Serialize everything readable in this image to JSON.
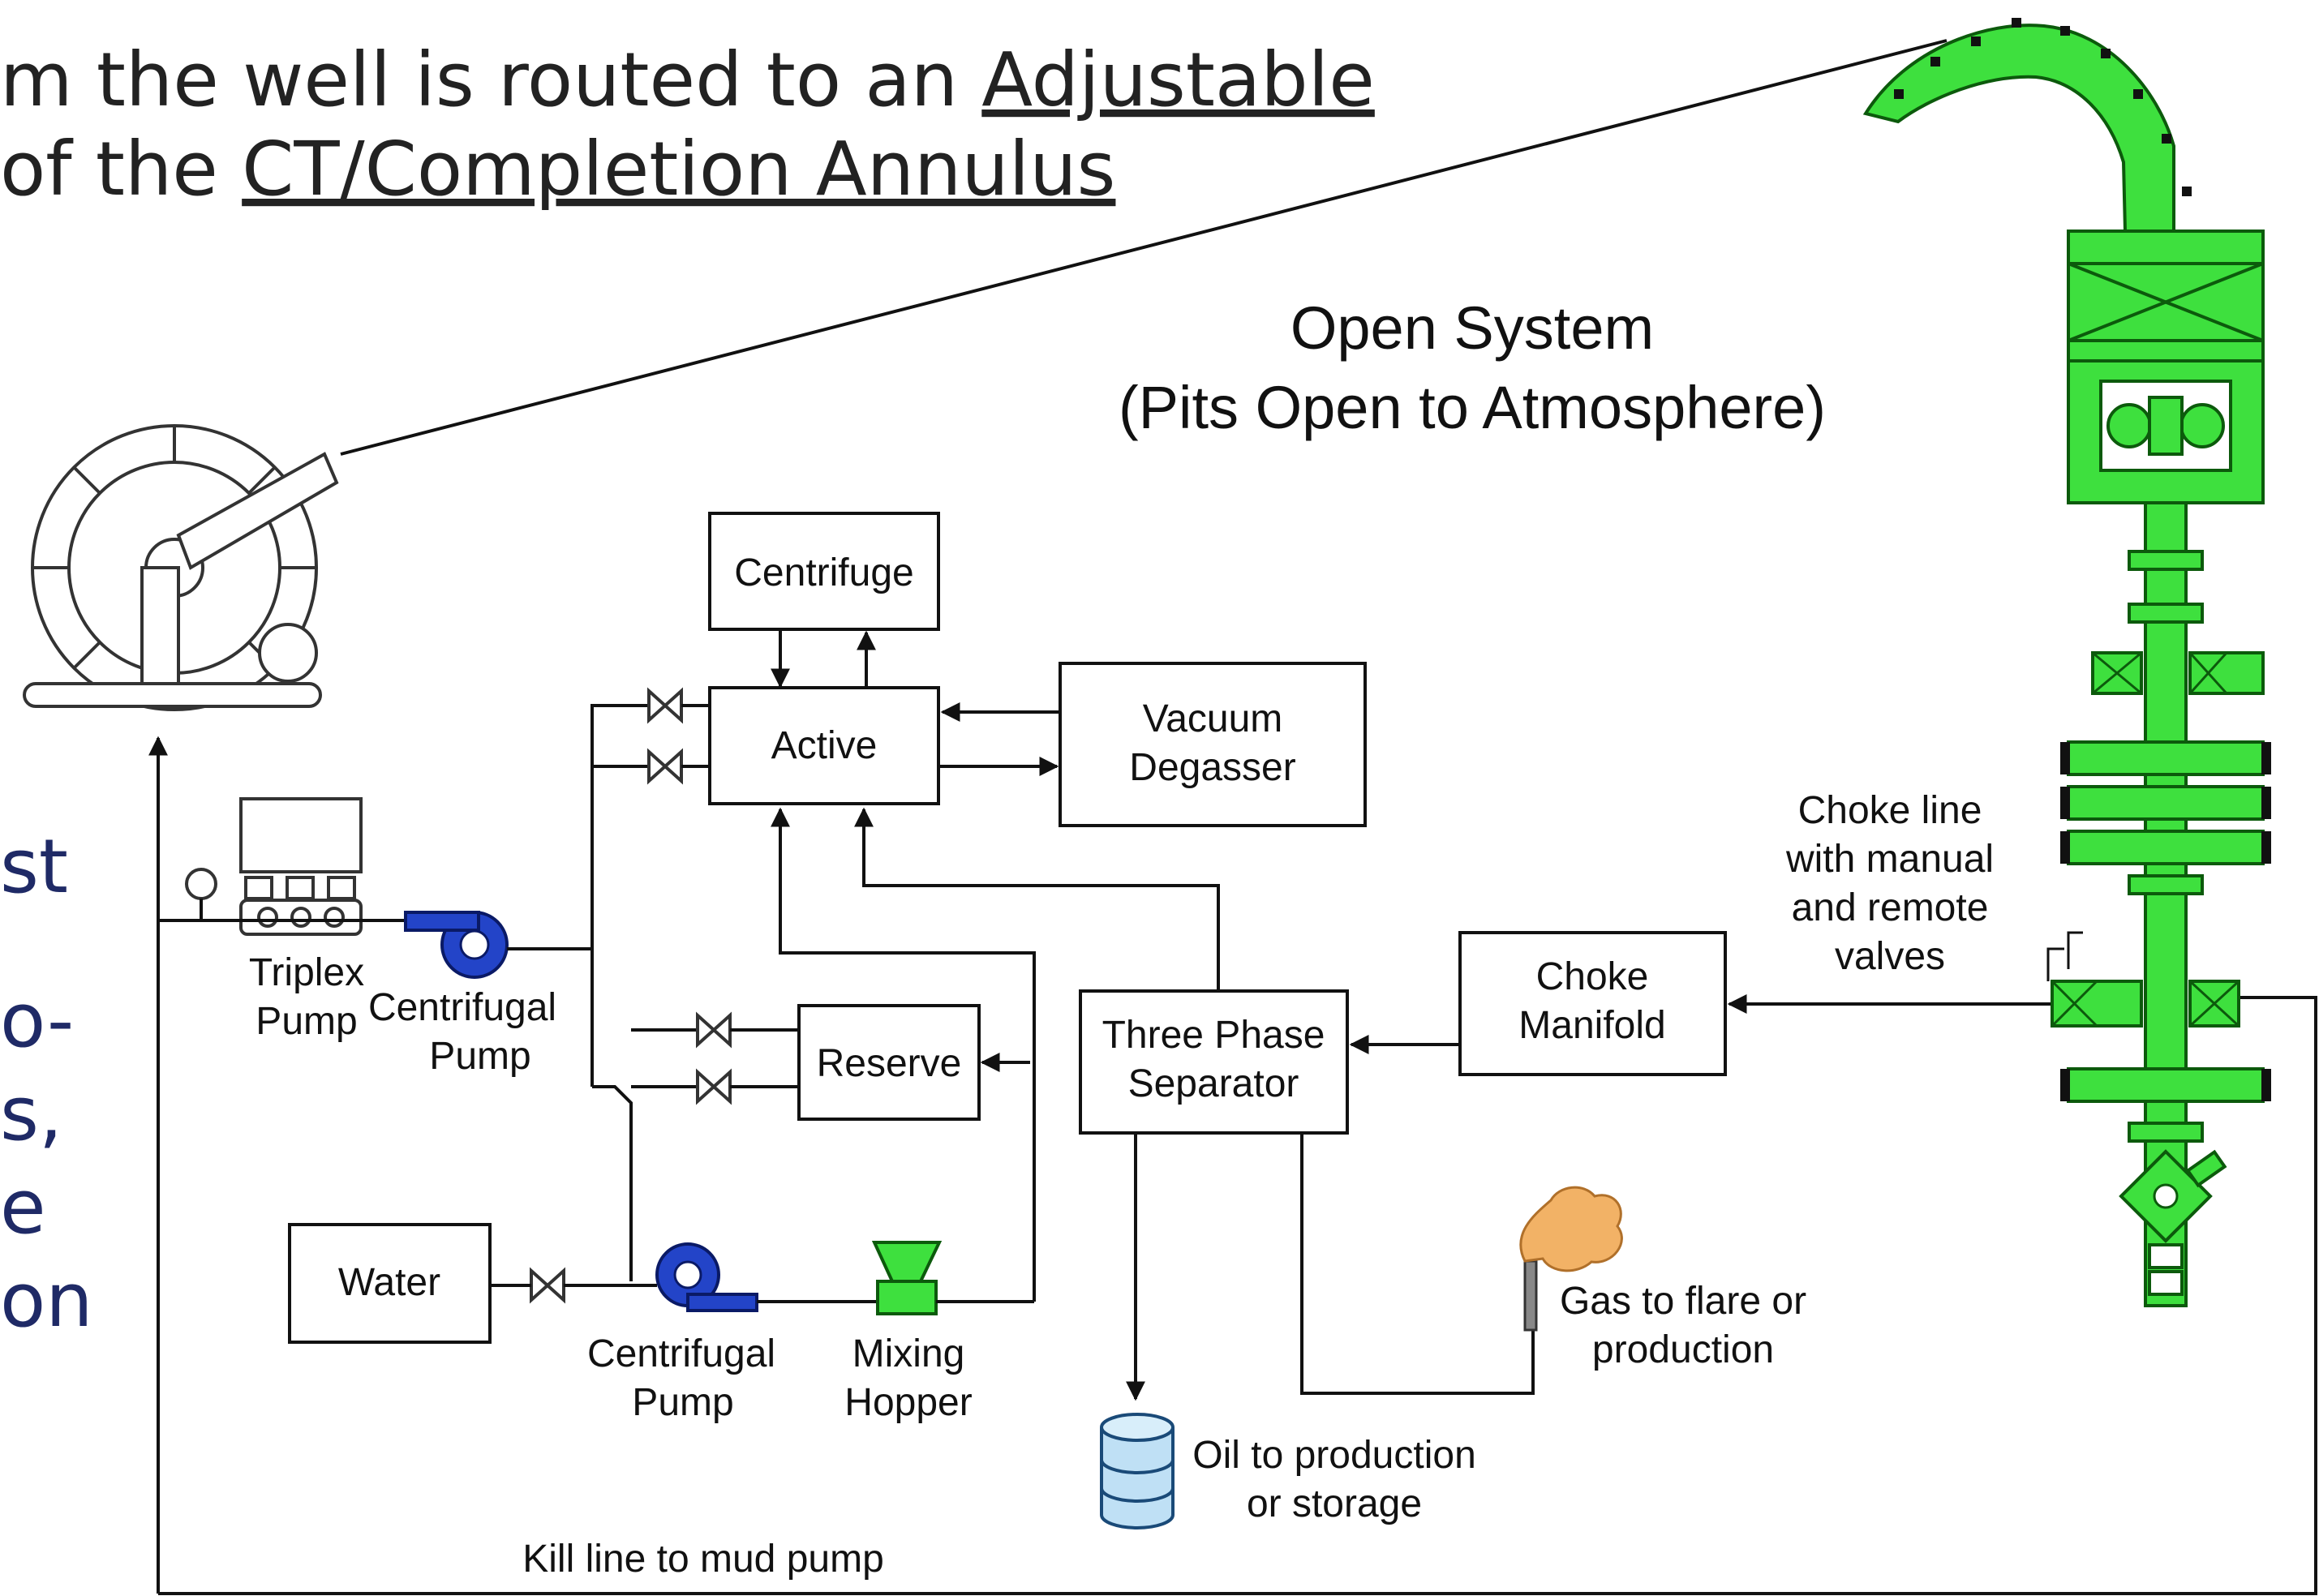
{
  "slide": {
    "line1": "m the well is routed to an ",
    "line1_link": "Adjustable",
    "line2": " of the ",
    "line2_link": "CT/Completion Annulus",
    "left_fragments": [
      "st",
      "",
      "o-",
      "s,",
      "e",
      "on"
    ]
  },
  "diagram": {
    "title_line1": "Open System",
    "title_line2": "(Pits Open to Atmosphere)",
    "boxes": {
      "centrifuge": "Centrifuge",
      "active": "Active",
      "vacuum_degasser": [
        "Vacuum",
        "Degasser"
      ],
      "reserve": "Reserve",
      "water": "Water",
      "three_phase_separator": [
        "Three Phase",
        "Separator"
      ],
      "choke_manifold": [
        "Choke",
        "Manifold"
      ]
    },
    "labels": {
      "triplex_pump": [
        "Triplex",
        "Pump"
      ],
      "centrifugal_pump_upper": [
        "Centrifugal",
        "Pump"
      ],
      "centrifugal_pump_lower": [
        "Centrifugal",
        "Pump"
      ],
      "mixing_hopper": [
        "Mixing",
        "Hopper"
      ],
      "choke_line": [
        "Choke line",
        "with manual",
        "and remote",
        "valves"
      ],
      "gas_to_flare": [
        "Gas to flare or",
        "production"
      ],
      "oil_to_production": [
        "Oil to production",
        "or storage"
      ],
      "kill_line": "Kill line to mud pump"
    }
  },
  "colors": {
    "wellhead": "#3ee03e",
    "pump": "#2344c8",
    "hopper": "#3ee03e",
    "flare": "#f2b266",
    "oil_tank": "#bfe0f5",
    "left_text": "#1f2a66"
  }
}
